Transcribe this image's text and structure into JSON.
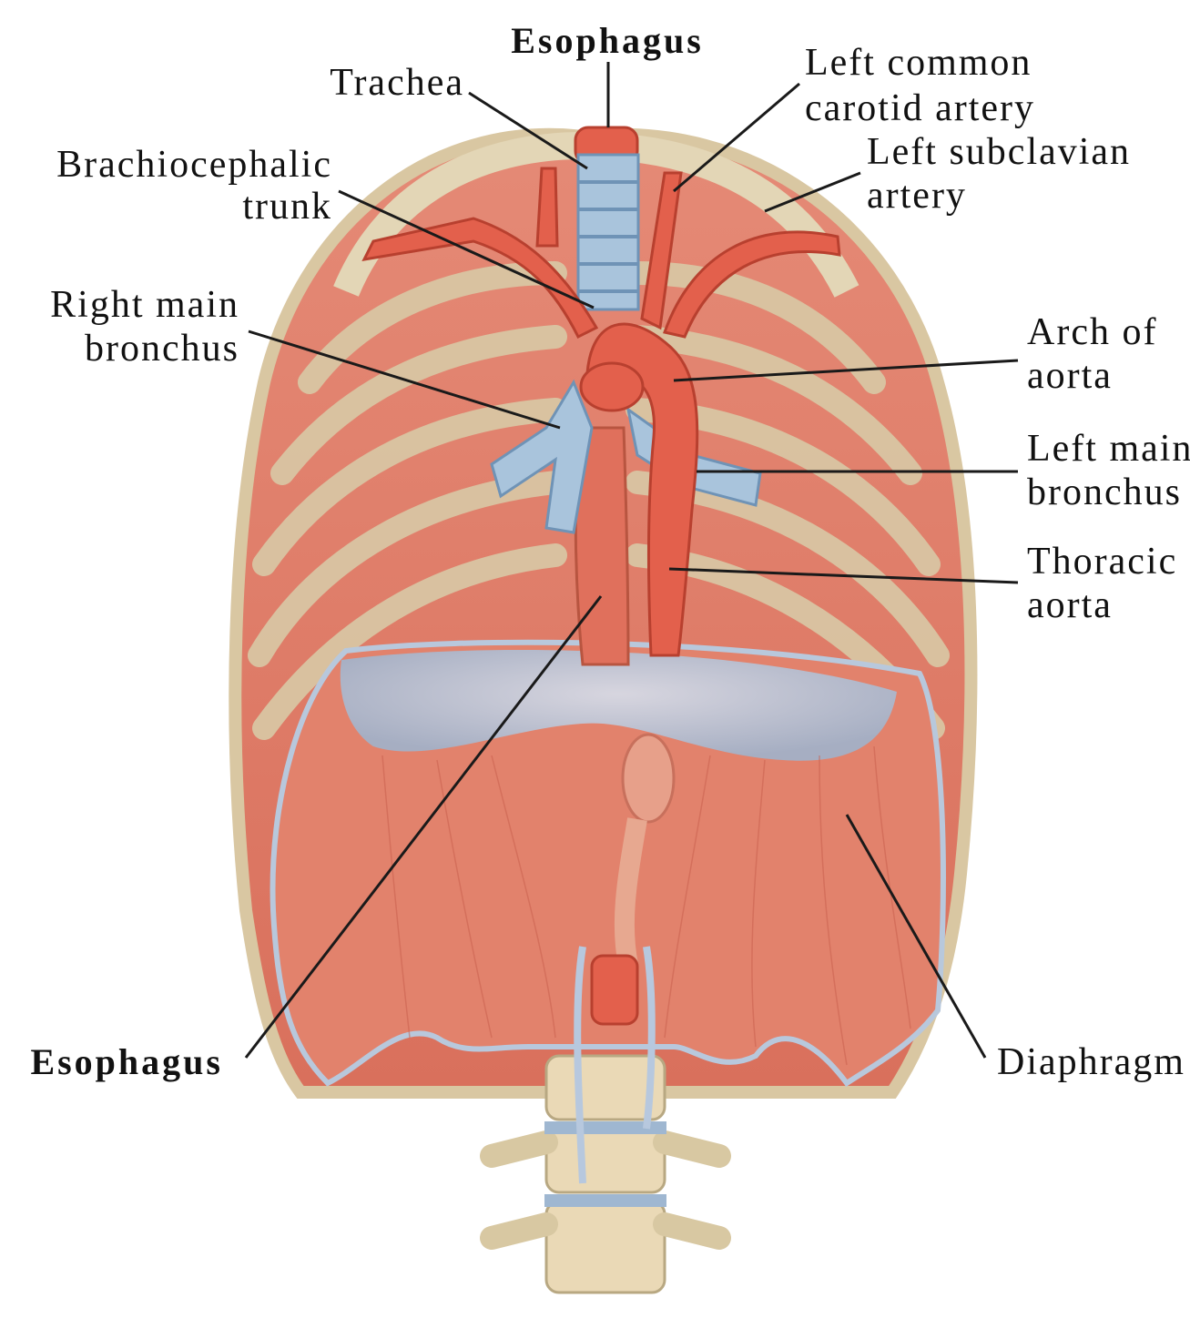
{
  "labels": {
    "esophagus_top": "Esophagus",
    "trachea": "Trachea",
    "left_common_carotid_1": "Left common",
    "left_common_carotid_2": "carotid artery",
    "left_subclavian_1": "Left subclavian",
    "left_subclavian_2": "artery",
    "brachiocephalic_1": "Brachiocephalic",
    "brachiocephalic_2": "trunk",
    "right_main_bronchus_1": "Right main",
    "right_main_bronchus_2": "bronchus",
    "arch_of_aorta_1": "Arch of",
    "arch_of_aorta_2": "aorta",
    "left_main_bronchus_1": "Left main",
    "left_main_bronchus_2": "bronchus",
    "thoracic_aorta_1": "Thoracic",
    "thoracic_aorta_2": "aorta",
    "esophagus_bottom": "Esophagus",
    "diaphragm": "Diaphragm"
  },
  "colors": {
    "muscle": "#e07a66",
    "muscle_dark": "#c85a48",
    "artery": "#e3604c",
    "artery_dark": "#b8402f",
    "cartilage": "#a9c4dc",
    "cartilage_dark": "#6f93b6",
    "bone": "#e8dcc0",
    "bone_dark": "#b8a882",
    "tendon": "#c8d4e4",
    "leader": "#1a1a1a"
  }
}
